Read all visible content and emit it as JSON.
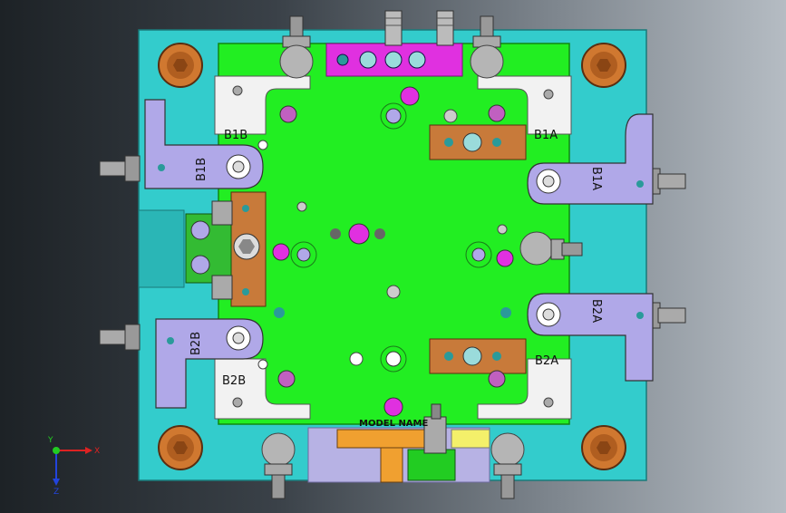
{
  "labels": {
    "b1b_top": "B1B",
    "b1b_arm": "B1B",
    "b1a_top": "B1A",
    "b1a_arm": "B1A",
    "b2b_arm": "B2B",
    "b2b_bottom": "B2B",
    "b2a_arm": "B2A",
    "b2a_bottom": "B2A",
    "model_name": "MODEL NAME"
  },
  "triad": {
    "x": "X",
    "y": "Y",
    "z": "Z"
  },
  "colors": {
    "base_plate": "#33cccc",
    "inner_plate": "#22ee22",
    "clamp": "#b0a8e8",
    "block": "#c87a3a",
    "magenta": "#e020e0"
  }
}
